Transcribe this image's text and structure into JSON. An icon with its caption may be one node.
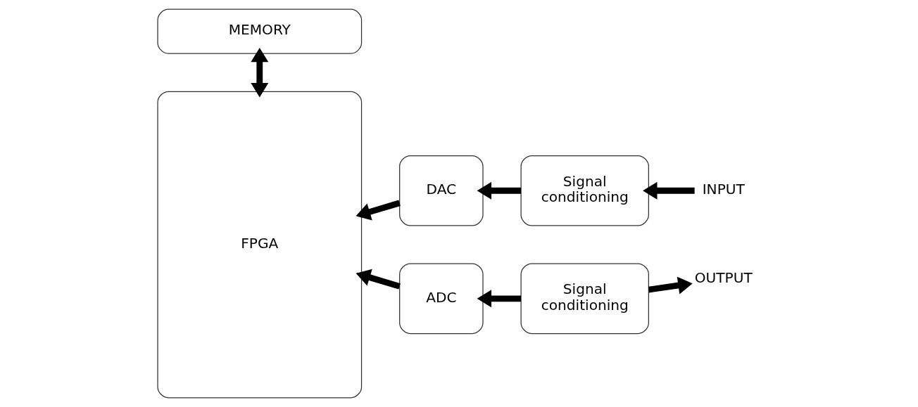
{
  "diagram": {
    "nodes": [
      {
        "text": [
          "MEMORY"
        ]
      },
      {
        "text": [
          "FPGA"
        ]
      },
      {
        "text": [
          "DAC"
        ]
      },
      {
        "text": [
          "Signal conditioning"
        ]
      },
      {
        "text": [
          "INPUT"
        ]
      },
      {
        "text": [
          "ADC"
        ]
      },
      {
        "text": [
          "Signal conditioning"
        ]
      },
      {
        "text": [
          "OUTPUT"
        ]
      }
    ],
    "edges": [
      {
        "from": 0,
        "to": 1,
        "arrow": "both"
      },
      {
        "from": 2,
        "to": 1,
        "arrow": "to"
      },
      {
        "from": 3,
        "to": 2,
        "arrow": "to"
      },
      {
        "from": 4,
        "to": 3,
        "arrow": "to"
      },
      {
        "from": 5,
        "to": 1,
        "arrow": "to"
      },
      {
        "from": 6,
        "to": 5,
        "arrow": "to"
      },
      {
        "from": 6,
        "to": 7,
        "arrow": "to"
      }
    ]
  }
}
